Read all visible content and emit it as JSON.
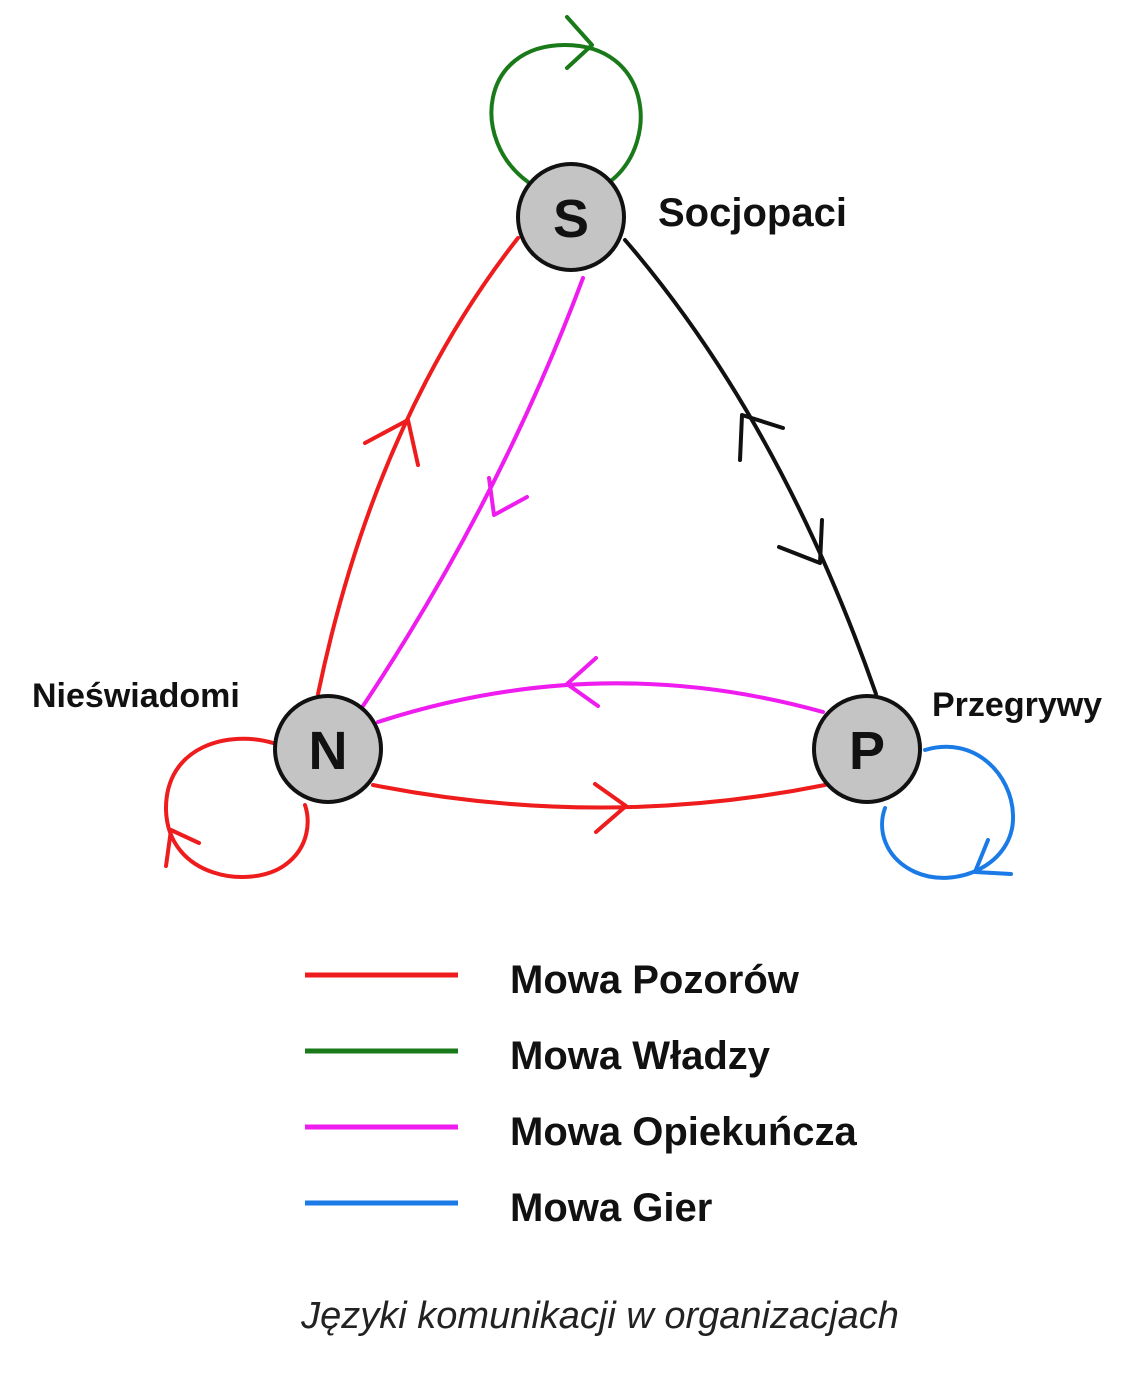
{
  "colors": {
    "mowa_pozorow": "#ee1c1c",
    "mowa_wladzy": "#1a7a1a",
    "mowa_opiekuncza": "#ee1cee",
    "mowa_gier": "#1a7ae6",
    "transition_sp": "#111111",
    "node_fill": "#c4c4c4"
  },
  "nodes": {
    "s": {
      "letter": "S",
      "label": "Socjopaci"
    },
    "n": {
      "letter": "N",
      "label": "Nieświadomi"
    },
    "p": {
      "letter": "P",
      "label": "Przegrywy"
    }
  },
  "legend": [
    {
      "label": "Mowa Pozorów",
      "color_key": "mowa_pozorow"
    },
    {
      "label": "Mowa Władzy",
      "color_key": "mowa_wladzy"
    },
    {
      "label": "Mowa Opiekuńcza",
      "color_key": "mowa_opiekuncza"
    },
    {
      "label": "Mowa Gier",
      "color_key": "mowa_gier"
    }
  ],
  "caption": "Języki komunikacji w organizacjach"
}
